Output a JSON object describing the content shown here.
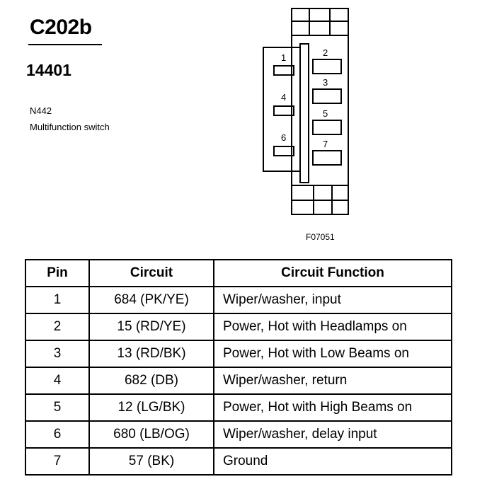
{
  "header": {
    "connector_id": "C202b",
    "part_number": "14401",
    "component_code": "N442",
    "component_name": "Multifunction switch"
  },
  "figure": {
    "code": "F07051",
    "pin_labels": [
      "1",
      "2",
      "3",
      "4",
      "5",
      "6",
      "7"
    ]
  },
  "table": {
    "headers": [
      "Pin",
      "Circuit",
      "Circuit Function"
    ],
    "rows": [
      {
        "pin": "1",
        "circuit": "684 (PK/YE)",
        "function": "Wiper/washer, input"
      },
      {
        "pin": "2",
        "circuit": "15 (RD/YE)",
        "function": "Power, Hot with Headlamps on"
      },
      {
        "pin": "3",
        "circuit": "13 (RD/BK)",
        "function": "Power, Hot with Low Beams on"
      },
      {
        "pin": "4",
        "circuit": "682 (DB)",
        "function": "Wiper/washer, return"
      },
      {
        "pin": "5",
        "circuit": "12 (LG/BK)",
        "function": "Power, Hot with High Beams on"
      },
      {
        "pin": "6",
        "circuit": "680 (LB/OG)",
        "function": "Wiper/washer, delay input"
      },
      {
        "pin": "7",
        "circuit": "57 (BK)",
        "function": "Ground"
      }
    ]
  }
}
